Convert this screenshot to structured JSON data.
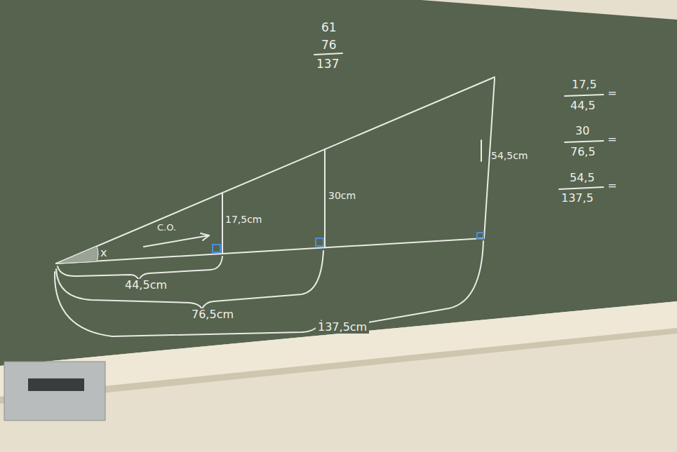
{
  "diagram": {
    "labels": [
      "61",
      "76",
      "137",
      "17,5cm",
      "30cm",
      "54,5cm",
      "x",
      "C.O.",
      "44,5cm",
      "76,5cm",
      "137,5cm",
      "17,5",
      "=",
      "44,5",
      "30",
      "=",
      "76,5",
      "54,5",
      "=",
      "137,5"
    ]
  }
}
